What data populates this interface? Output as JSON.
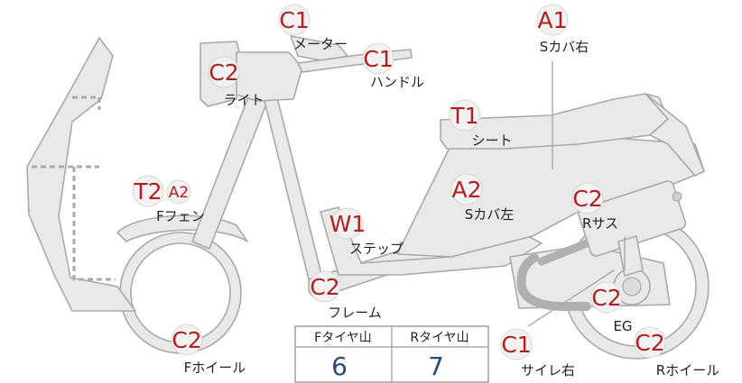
{
  "parts": [
    {
      "id": "meter",
      "label": "メーター",
      "grade": "C1"
    },
    {
      "id": "handle",
      "label": "ハンドル",
      "grade": "C1"
    },
    {
      "id": "light",
      "label": "ライト",
      "grade": "C2"
    },
    {
      "id": "s-cover-right",
      "label": "Sカバ右",
      "grade": "A1"
    },
    {
      "id": "seat",
      "label": "シート",
      "grade": "T1"
    },
    {
      "id": "s-cover-left",
      "label": "Sカバ左",
      "grade": "A2"
    },
    {
      "id": "front-fender",
      "label": "Fフェン",
      "grade": "T2",
      "grade2": "A2"
    },
    {
      "id": "step",
      "label": "ステップ",
      "grade": "W1"
    },
    {
      "id": "rear-suspension",
      "label": "Rサス",
      "grade": "C2"
    },
    {
      "id": "frame",
      "label": "フレーム",
      "grade": "C2"
    },
    {
      "id": "engine",
      "label": "EG",
      "grade": "C2"
    },
    {
      "id": "front-wheel",
      "label": "Fホイール",
      "grade": "C2"
    },
    {
      "id": "muffler-right",
      "label": "サイレ右",
      "grade": "C1"
    },
    {
      "id": "rear-wheel",
      "label": "Rホイール",
      "grade": "C2"
    }
  ],
  "tire_table": {
    "front_header": "Fタイヤ山",
    "rear_header": "Rタイヤ山",
    "front_value": "6",
    "rear_value": "7"
  },
  "colors": {
    "body_fill": "#e9e9e9",
    "body_stroke": "#a9a9a9",
    "grade_circle_fill": "#f2f2f2",
    "grade_text": "#b02020",
    "tire_value_text": "#2b4a78",
    "table_border": "#9a9a9a"
  }
}
